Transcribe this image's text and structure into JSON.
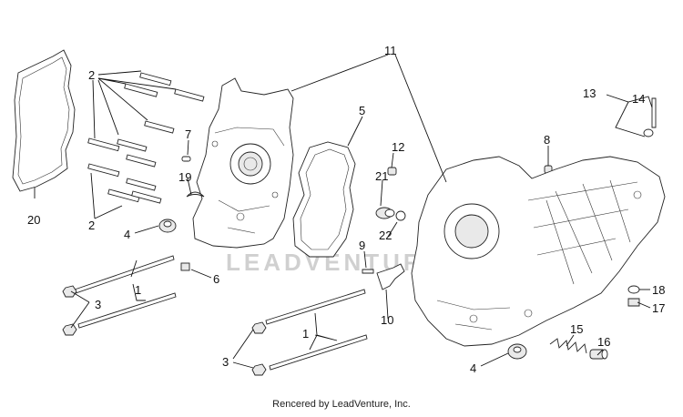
{
  "watermark": "LEADVENTURE",
  "footer": "Rencered by LeadVenture, Inc.",
  "callouts": {
    "c1a": "1",
    "c1b": "1",
    "c2a": "2",
    "c2b": "2",
    "c3a": "3",
    "c3b": "3",
    "c4a": "4",
    "c4b": "4",
    "c5": "5",
    "c6": "6",
    "c7": "7",
    "c8": "8",
    "c9": "9",
    "c10": "10",
    "c11": "11",
    "c12": "12",
    "c13": "13",
    "c14": "14",
    "c15": "15",
    "c16": "16",
    "c17": "17",
    "c18": "18",
    "c19": "19",
    "c20": "20",
    "c21": "21",
    "c22": "22"
  }
}
